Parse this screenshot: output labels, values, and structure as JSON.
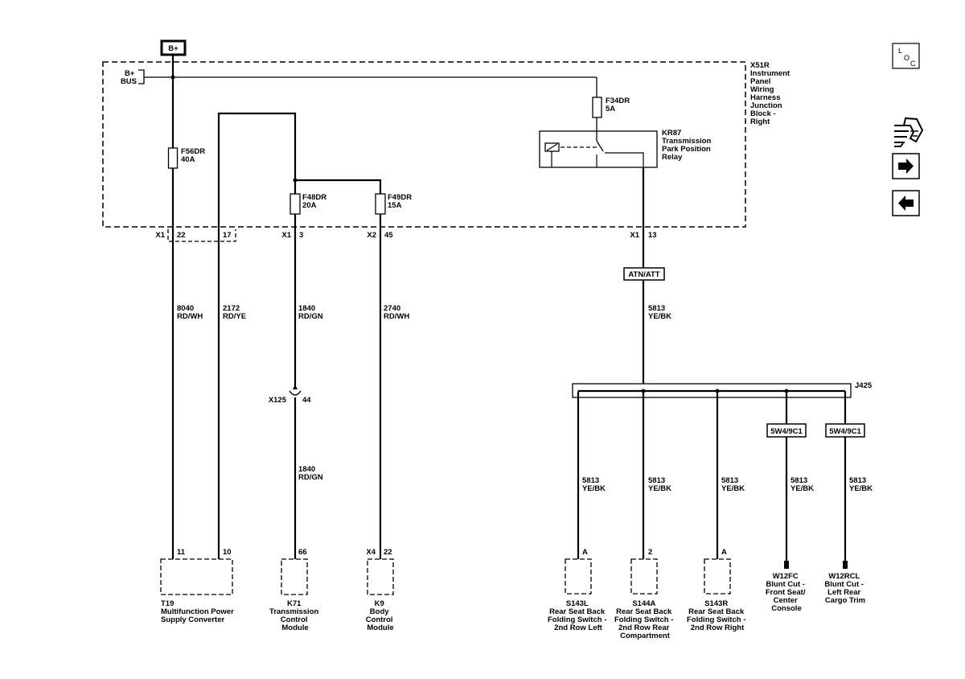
{
  "power": {
    "source": "B+",
    "bus": [
      "B+",
      "BUS"
    ]
  },
  "junction_block": {
    "label": [
      "X51R",
      "Instrument",
      "Panel",
      "Wiring",
      "Harness",
      "Junction",
      "Block -",
      "Right"
    ]
  },
  "fuses": {
    "f56dr": [
      "F56DR",
      "40A"
    ],
    "f48dr": [
      "F48DR",
      "20A"
    ],
    "f49dr": [
      "F49DR",
      "15A"
    ],
    "f34dr": [
      "F34DR",
      "5A"
    ]
  },
  "relay": {
    "label": [
      "KR87",
      "Transmission",
      "Park Position",
      "Relay"
    ]
  },
  "connectors": {
    "x1_a": "X1",
    "x1_a_pin22": "22",
    "x1_a_pin17": "17",
    "x1_b": "X1",
    "x1_b_pin": "3",
    "x2": "X2",
    "x2_pin": "45",
    "x1_c": "X1",
    "x1_c_pin": "13",
    "x125": "X125",
    "x125_pin": "44",
    "j425": "J425"
  },
  "tags": {
    "atn": "ATN/ATT",
    "splice_1": "5W4/9C1",
    "splice_2": "5W4/9C1"
  },
  "wires": {
    "w8040": [
      "8040",
      "RD/WH"
    ],
    "w2172": [
      "2172",
      "RD/YE"
    ],
    "w1840_upper": [
      "1840",
      "RD/GN"
    ],
    "w1840_lower": [
      "1840",
      "RD/GN"
    ],
    "w2740": [
      "2740",
      "RD/WH"
    ],
    "w5813_main": [
      "5813",
      "YE/BK"
    ],
    "w5813_b1": [
      "5813",
      "YE/BK"
    ],
    "w5813_b2": [
      "5813",
      "YE/BK"
    ],
    "w5813_b3": [
      "5813",
      "YE/BK"
    ],
    "w5813_b4": [
      "5813",
      "YE/BK"
    ],
    "w5813_b5": [
      "5813",
      "YE/BK"
    ]
  },
  "components": {
    "t19": {
      "pins": [
        "11",
        "10"
      ],
      "label": [
        "T19",
        "Multifunction Power",
        "Supply Converter"
      ]
    },
    "k71": {
      "pin": "66",
      "label": [
        "K71",
        "Transmission",
        "Control",
        "Module"
      ]
    },
    "k9": {
      "conn": "X4",
      "pin": "22",
      "label": [
        "K9",
        "Body",
        "Control",
        "Module"
      ]
    },
    "s143l": {
      "pin": "A",
      "label": [
        "S143L",
        "Rear Seat Back",
        "Folding Switch -",
        "2nd Row Left"
      ]
    },
    "s144a": {
      "pin": "2",
      "label": [
        "S144A",
        "Rear Seat Back",
        "Folding Switch -",
        "2nd Row Rear",
        "Compartment"
      ]
    },
    "s143r": {
      "pin": "A",
      "label": [
        "S143R",
        "Rear Seat Back",
        "Folding Switch -",
        "2nd Row Right"
      ]
    },
    "w12fc": {
      "label": [
        "W12FC",
        "Blunt Cut -",
        "Front Seat/",
        "Center",
        "Console"
      ]
    },
    "w12rcl": {
      "label": [
        "W12RCL",
        "Blunt Cut -",
        "Left Rear",
        "Cargo Trim"
      ]
    }
  },
  "nav": {
    "loc_letters": [
      "L",
      "O",
      "C"
    ]
  }
}
